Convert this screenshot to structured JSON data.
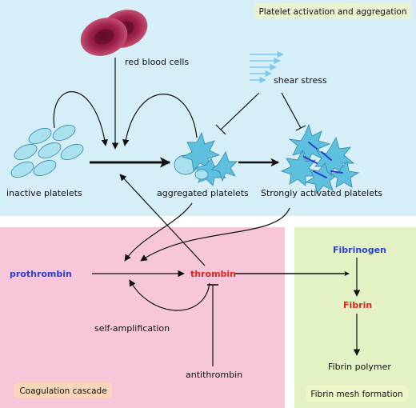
{
  "sections": {
    "platelet": {
      "title": "Platelet activation and aggregation",
      "bg": "#d6eef8",
      "tag_bg": "#e9f3d2"
    },
    "coagulation": {
      "title": "Coagulation cascade",
      "bg": "#f8c6da",
      "tag_bg": "#f9d6b8"
    },
    "fibrin": {
      "title": "Fibrin mesh formation",
      "bg": "#e3f2c4",
      "tag_bg": "#eef6c8"
    }
  },
  "labels": {
    "red_blood_cells": "red blood cells",
    "shear_stress": "shear stress",
    "inactive_platelets": "inactive platelets",
    "aggregated_platelets": "aggregated platelets",
    "strongly_activated_platelets": "Strongly activated platelets",
    "prothrombin": "prothrombin",
    "thrombin": "thrombin",
    "self_amplification": "self-amplification",
    "antithrombin": "antithrombin",
    "fibrinogen": "Fibrinogen",
    "fibrin": "Fibrin",
    "fibrin_polymer": "Fibrin polymer"
  },
  "colors": {
    "blue_text": "#2a3fd1",
    "red_text": "#e0261c",
    "platelet_fill": "#a9e1ef",
    "activated_fill": "#5cc0de",
    "rbc_fill": "#9e1f4a",
    "shear_lines": "#7cc9ef"
  }
}
